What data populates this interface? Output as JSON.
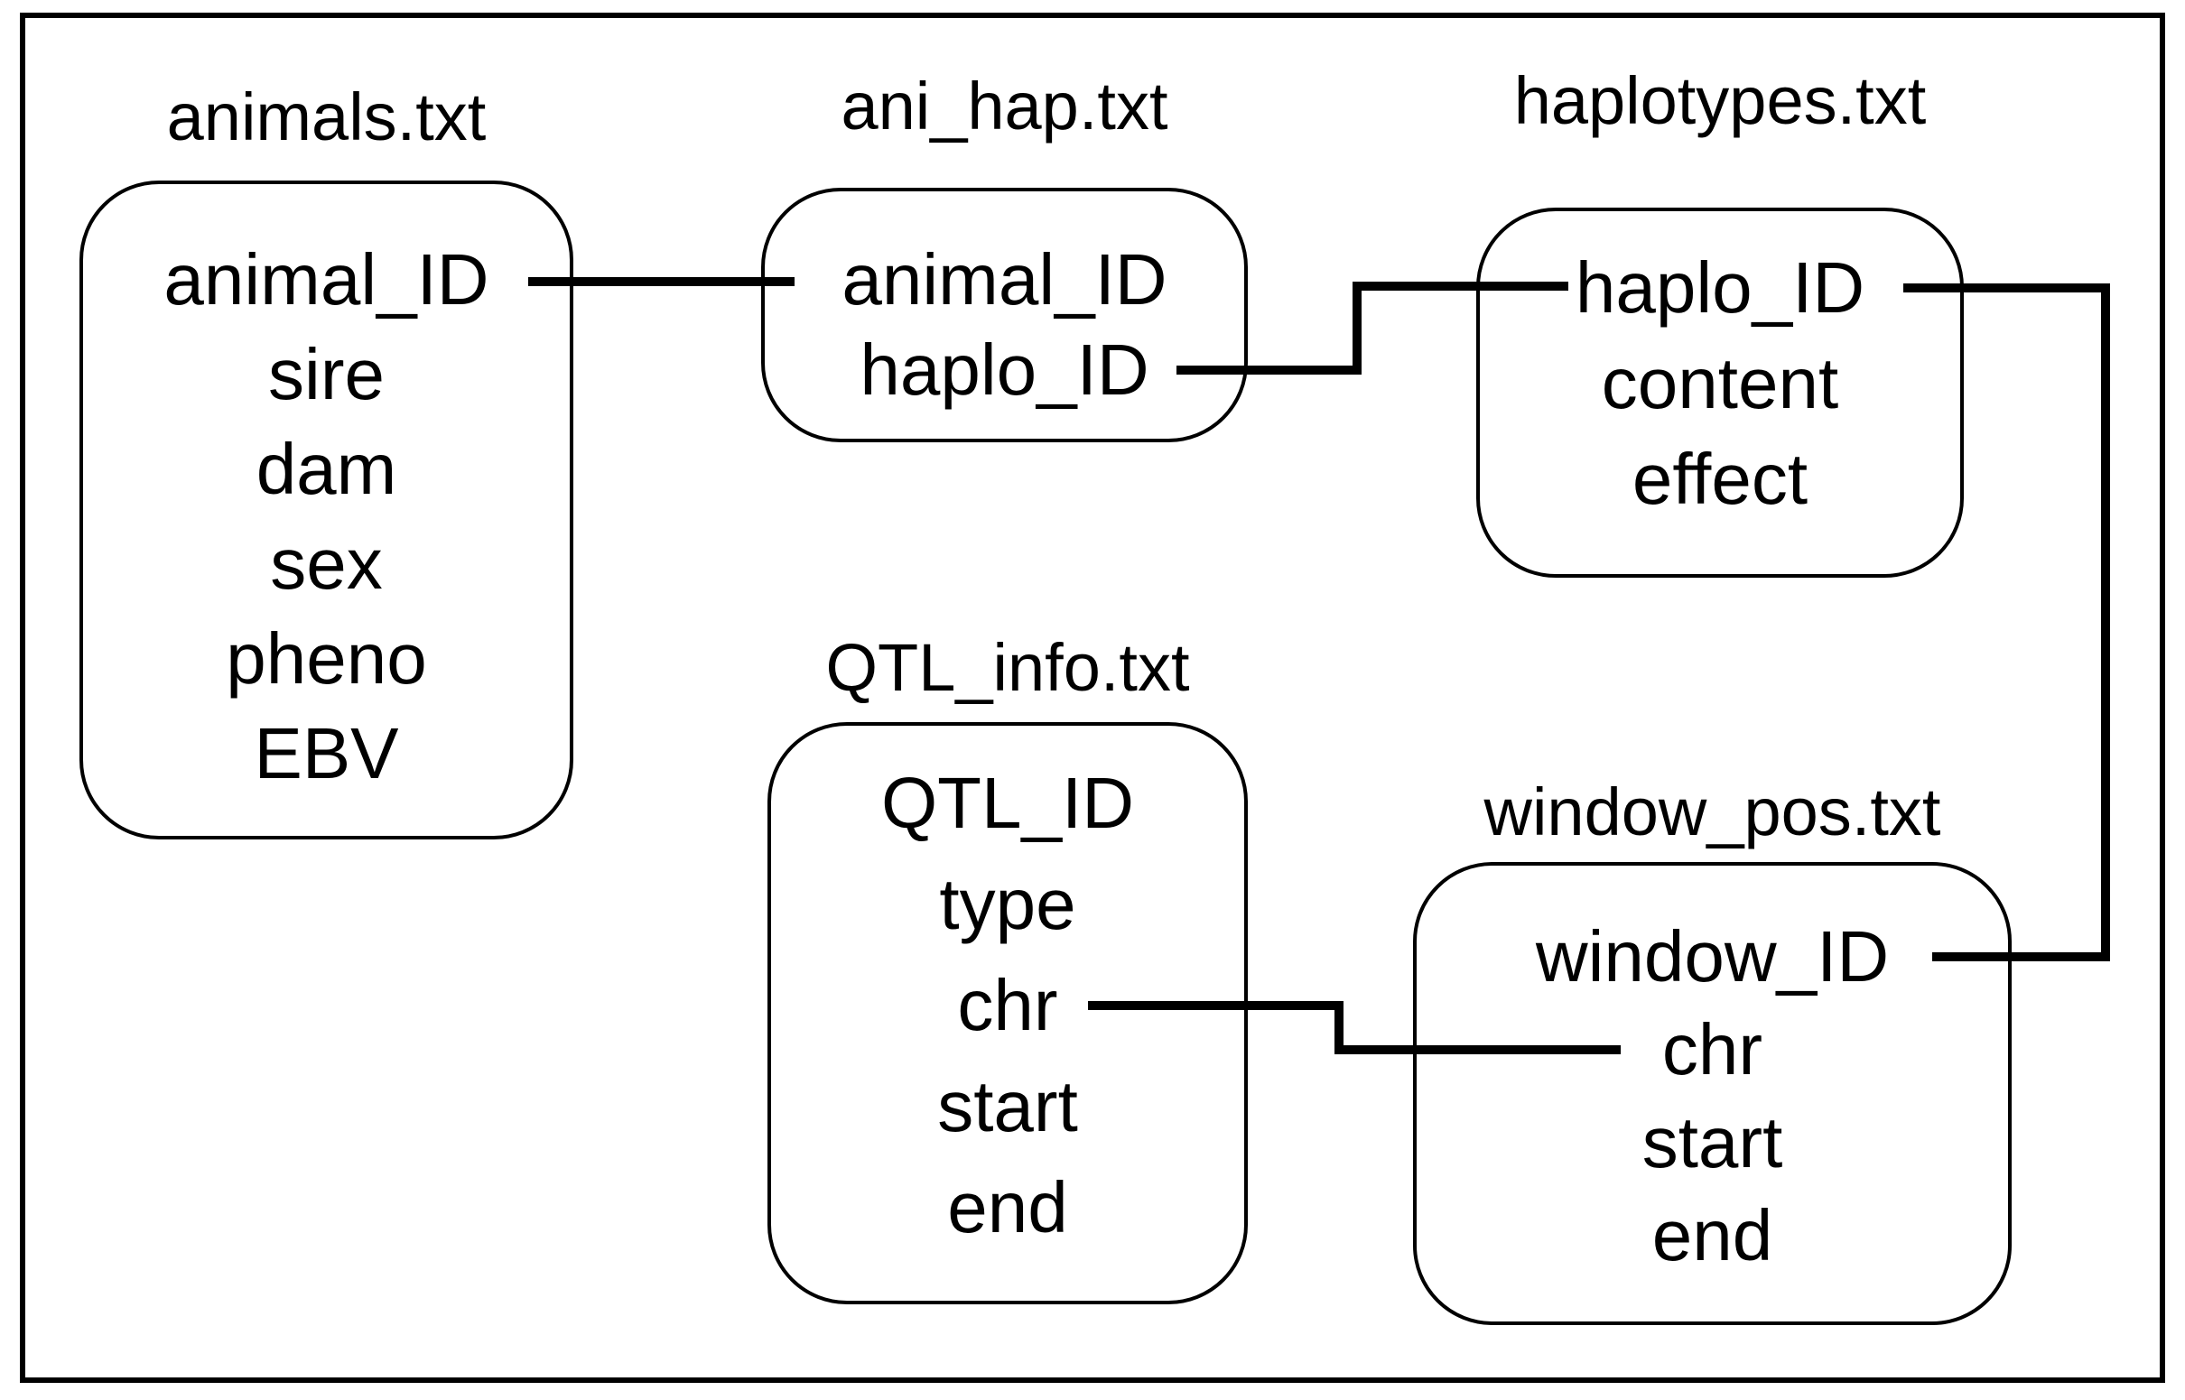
{
  "figure": {
    "type": "entity-relationship-diagram",
    "background_color": "#ffffff",
    "ink_color": "#000000"
  },
  "entities": [
    {
      "title": "animals.txt",
      "fields": [
        "animal_ID",
        "sire",
        "dam",
        "sex",
        "pheno",
        "EBV"
      ]
    },
    {
      "title": "ani_hap.txt",
      "fields": [
        "animal_ID",
        "haplo_ID"
      ]
    },
    {
      "title": "haplotypes.txt",
      "fields": [
        "haplo_ID",
        "content",
        "effect"
      ]
    },
    {
      "title": "QTL_info.txt",
      "fields": [
        "QTL_ID",
        "type",
        "chr",
        "start",
        "end"
      ]
    },
    {
      "title": "window_pos.txt",
      "fields": [
        "window_ID",
        "chr",
        "start",
        "end"
      ]
    }
  ],
  "relationships": [
    {
      "from": "animals.txt : animal_ID",
      "to": "ani_hap.txt : animal_ID"
    },
    {
      "from": "ani_hap.txt : haplo_ID",
      "to": "haplotypes.txt : haplo_ID"
    },
    {
      "from": "haplotypes.txt : haplo_ID",
      "to": "window_pos.txt : window_ID"
    },
    {
      "from": "QTL_info.txt : chr",
      "to": "window_pos.txt : chr"
    }
  ]
}
